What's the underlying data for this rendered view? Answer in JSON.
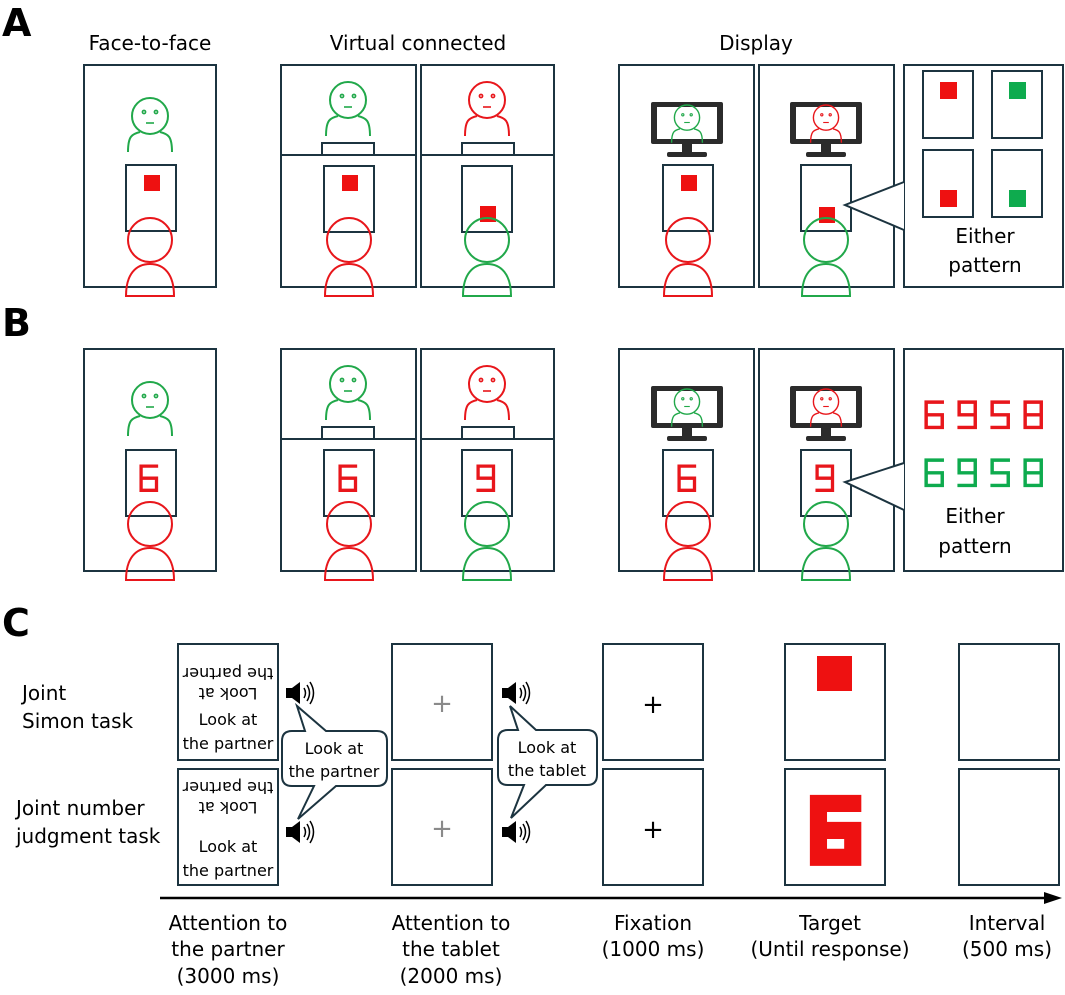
{
  "panels": {
    "A": {
      "letter": "A",
      "conditions": [
        "Face-to-face",
        "Virtual connected",
        "Display"
      ],
      "pattern_label_line1": "Either",
      "pattern_label_line2": "pattern"
    },
    "B": {
      "letter": "B",
      "pattern_label_line1": "Either",
      "pattern_label_line2": "pattern",
      "red_digits": [
        "6",
        "9",
        "5",
        "8"
      ],
      "green_digits": [
        "6",
        "9",
        "5",
        "8"
      ],
      "digits_shown": {
        "face_to_face": "6",
        "virtual_left": "6",
        "virtual_right": "9",
        "display_left": "6",
        "display_right": "9"
      }
    },
    "C": {
      "letter": "C",
      "tasks": [
        {
          "line1": "Joint",
          "line2": "Simon task"
        },
        {
          "line1": "Joint number",
          "line2": "judgment task"
        }
      ],
      "card_text_upside": {
        "line1": "Look at",
        "line2": "the partner"
      },
      "card_text": {
        "line1": "Look at",
        "line2": "the partner"
      },
      "bubble1": {
        "line1": "Look at",
        "line2": "the partner"
      },
      "bubble2": {
        "line1": "Look at",
        "line2": "the tablet"
      },
      "fixation_symbol": "+",
      "target_digit": "6",
      "phases": [
        {
          "line1": "Attention to",
          "line2": "the partner",
          "line3": "(3000 ms)"
        },
        {
          "line1": "Attention to",
          "line2": "the tablet",
          "line3": "(2000 ms)"
        },
        {
          "line1": "Fixation",
          "line2": "(1000 ms)"
        },
        {
          "line1": "Target",
          "line2": "(Until response)"
        },
        {
          "line1": "Interval",
          "line2": "(500 ms)"
        }
      ]
    }
  },
  "colors": {
    "partner_green": "#21a84a",
    "self_red": "#e8161b",
    "square_red": "#ee1111",
    "square_green": "#0eab4e",
    "frame": "#1c3440"
  }
}
